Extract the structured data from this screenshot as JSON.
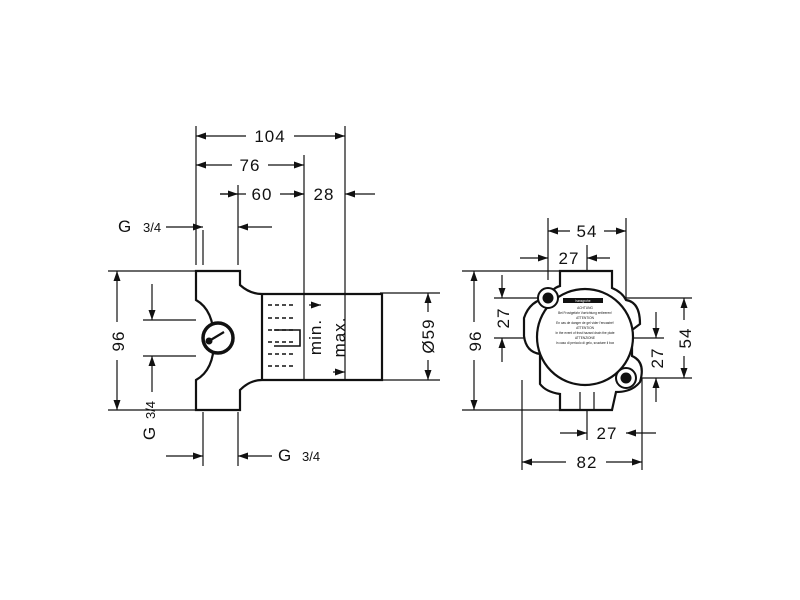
{
  "side_view": {
    "dim_104": "104",
    "dim_76": "76",
    "dim_60": "60",
    "dim_28": "28",
    "thread_top": "G",
    "thread_top_size": "3/4",
    "thread_left": "G",
    "thread_left_size": "3/4",
    "thread_bottom": "G",
    "thread_bottom_size": "3/4",
    "dim_96": "96",
    "dim_dia": "Ø59",
    "label_min": "min.",
    "label_max": "max."
  },
  "front_view": {
    "dim_54_top": "54",
    "dim_27_top": "27",
    "dim_96": "96",
    "dim_27_left": "27",
    "dim_54_right": "54",
    "dim_27_right": "27",
    "dim_27_bottom": "27",
    "dim_82": "82",
    "brand": "hansgrohe",
    "warning_lines": [
      "ACHTUNG",
      "Bei Frostgefahr Vorrichtung entleeren!",
      "ATTENTION",
      "En cas de danger de gel vider l'encastré!",
      "ATTENTION",
      "In the event of frost hazard drain the plate",
      "ATTENZIONE",
      "In caso di pericolo di gelo, svuotare il box"
    ]
  }
}
